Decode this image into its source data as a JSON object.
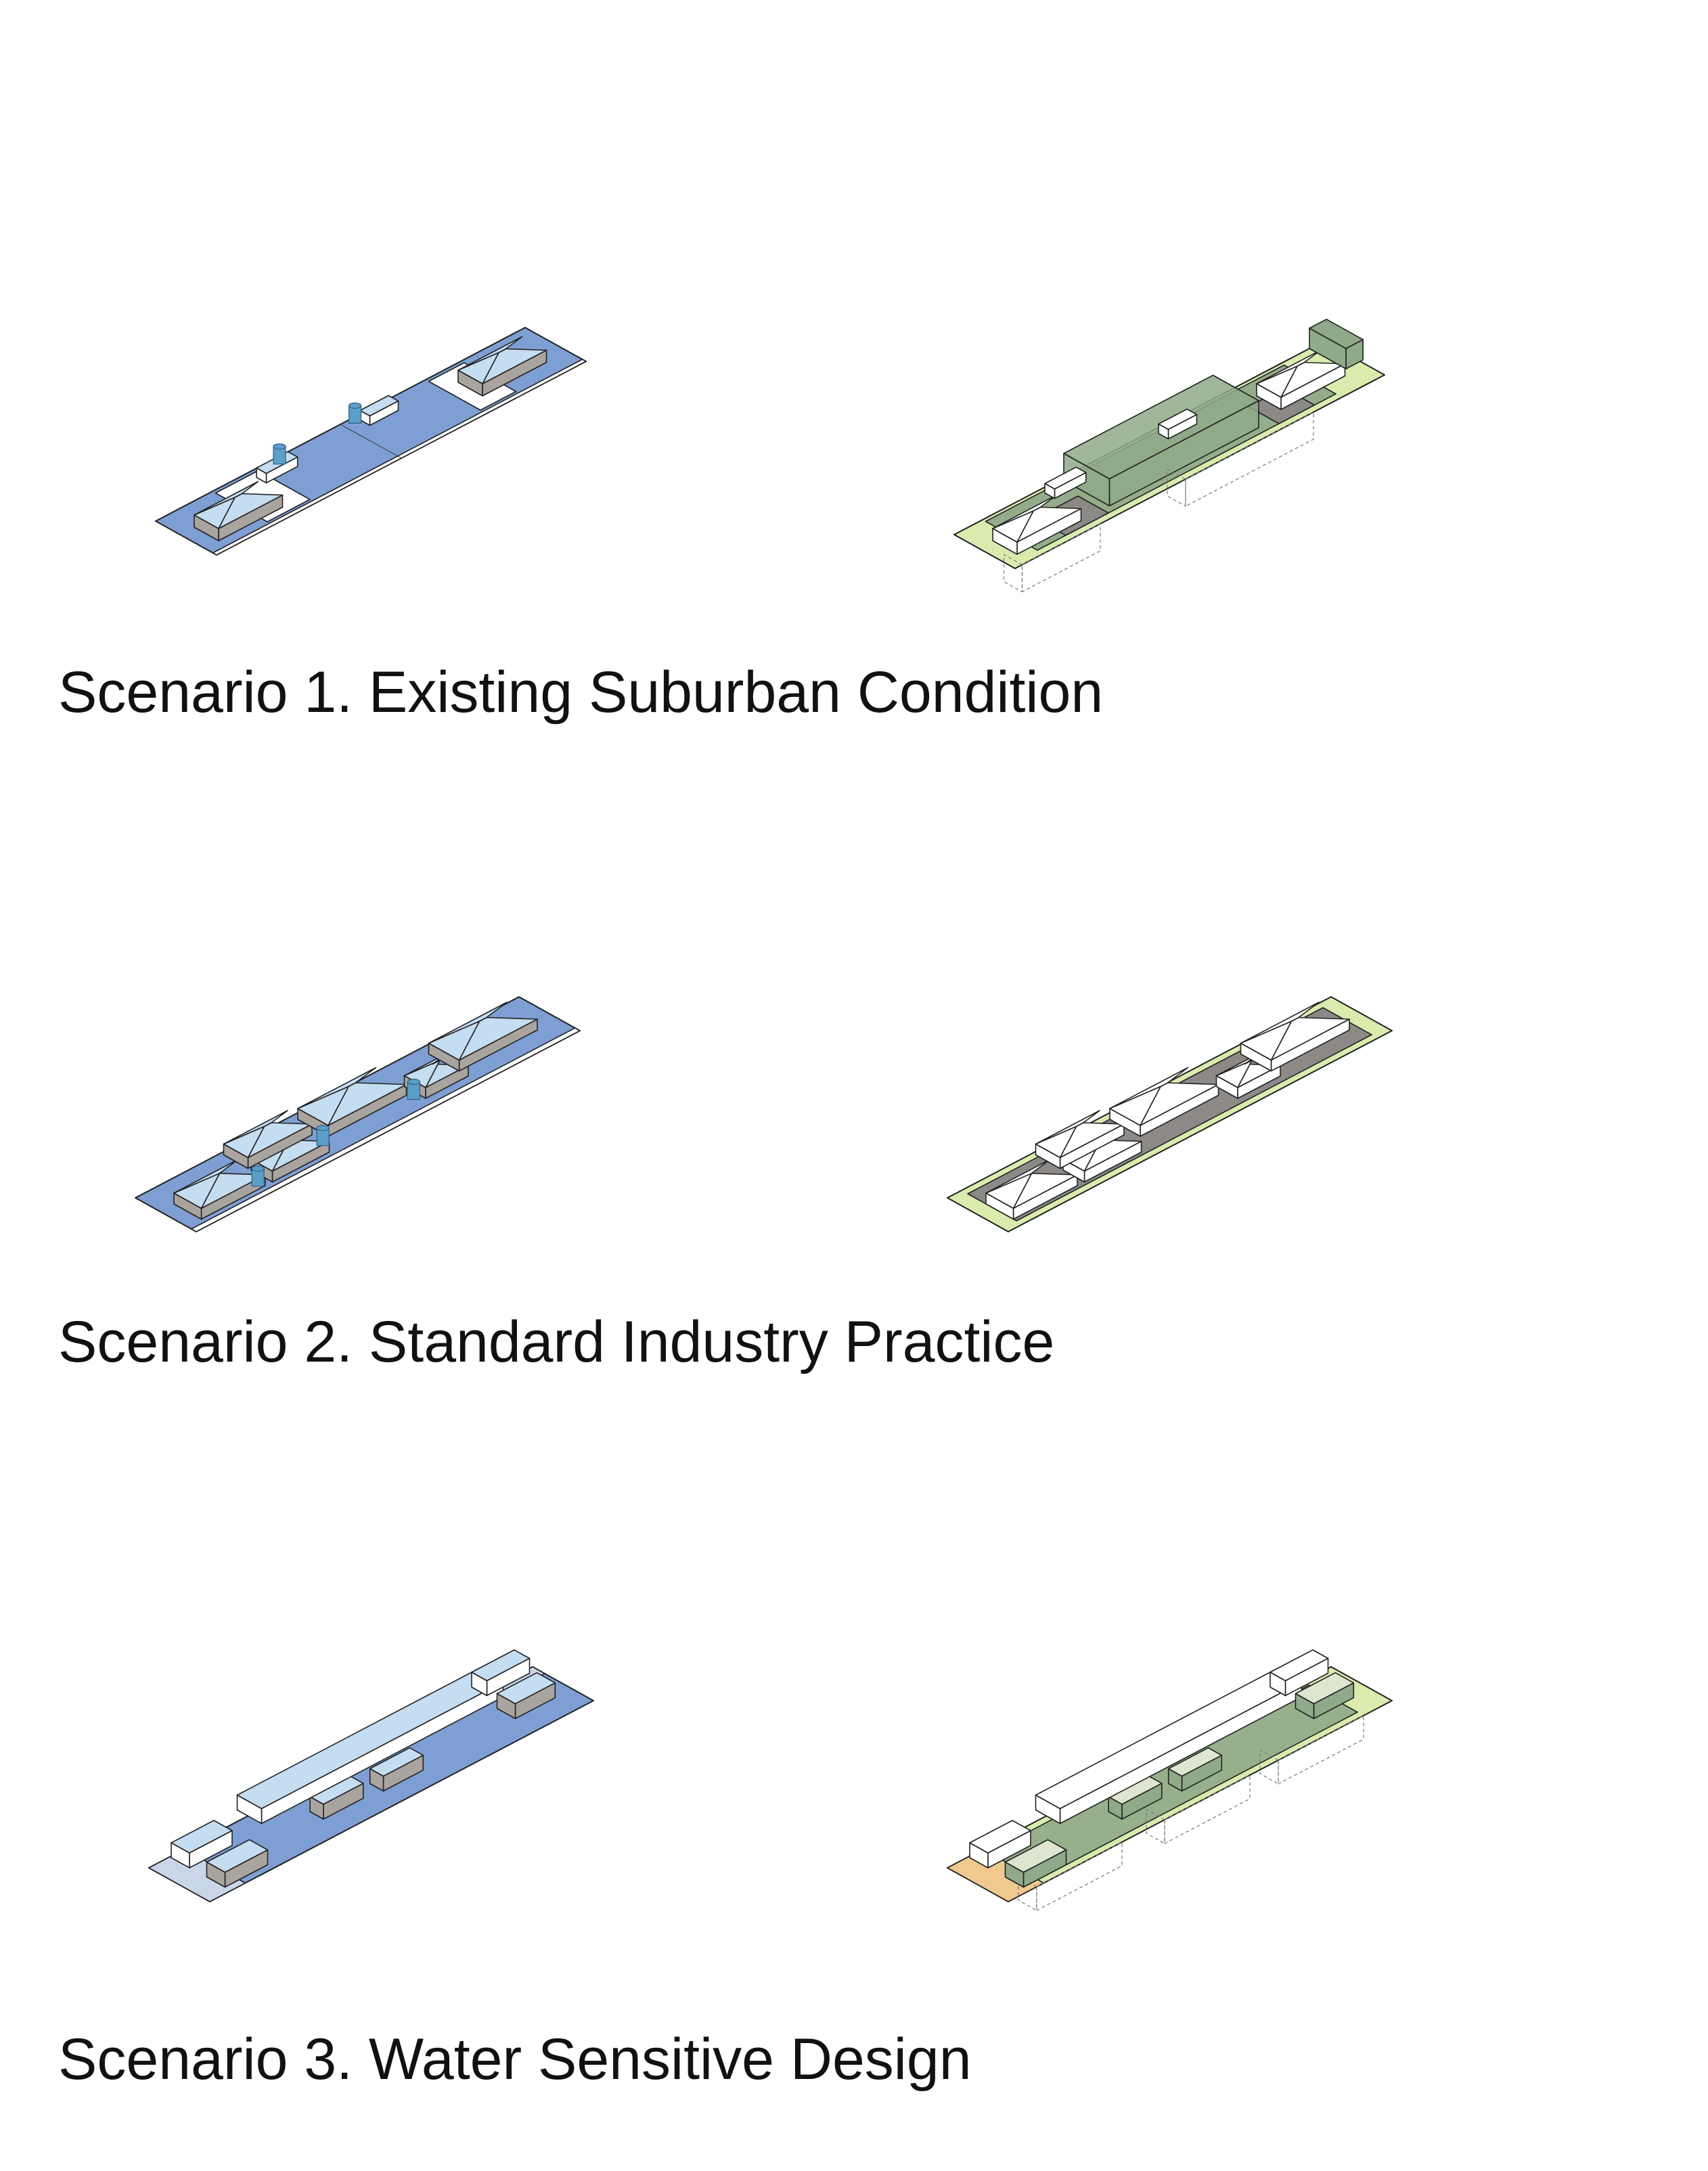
{
  "scenarios": [
    {
      "caption": "Scenario 1. Existing Suburban Condition"
    },
    {
      "caption": "Scenario 2. Standard Industry Practice"
    },
    {
      "caption": "Scenario 3. Water Sensitive Design"
    }
  ],
  "colors": {
    "impervious_blue": "#7d9fd3",
    "roof_blue": "#c5ddf1",
    "wall_grey": "#aaa49f",
    "garden_green": "#8faa88",
    "grass_lime": "#d9ecae",
    "paving_grey": "#8c8987",
    "sand": "#efc98e",
    "water": "#5b9fc9"
  }
}
